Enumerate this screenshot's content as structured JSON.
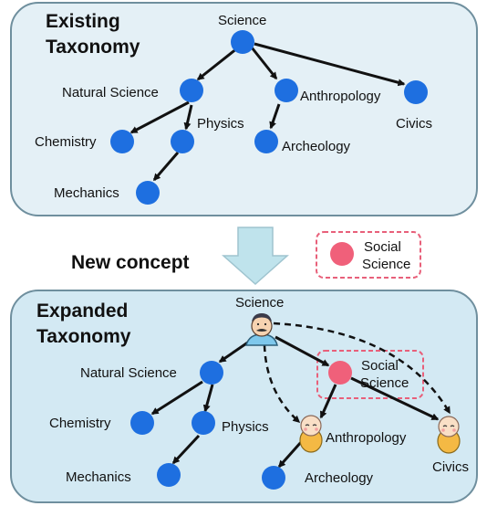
{
  "top_panel": {
    "title_line1": "Existing",
    "title_line2": "Taxonomy",
    "nodes": {
      "science": "Science",
      "natural_science": "Natural Science",
      "anthropology": "Anthropology",
      "civics": "Civics",
      "physics": "Physics",
      "chemistry": "Chemistry",
      "archeology": "Archeology",
      "mechanics": "Mechanics"
    }
  },
  "middle": {
    "new_concept": "New concept",
    "social_science_line1": "Social",
    "social_science_line2": "Science"
  },
  "bottom_panel": {
    "title_line1": "Expanded",
    "title_line2": "Taxonomy",
    "nodes": {
      "science": "Science",
      "natural_science": "Natural Science",
      "social_science_line1": "Social",
      "social_science_line2": "Science",
      "chemistry": "Chemistry",
      "physics": "Physics",
      "anthropology": "Anthropology",
      "civics": "Civics",
      "mechanics": "Mechanics",
      "archeology": "Archeology"
    }
  },
  "colors": {
    "node_blue": "#1e6fe0",
    "new_node_pink": "#f0607a",
    "panel_fill_top": "#e4f0f6",
    "panel_fill_bottom": "#d3e9f3",
    "panel_border": "#6f8f9e",
    "arrow_fill": "#bfe3ec",
    "highlight_dash": "#e8607a"
  }
}
